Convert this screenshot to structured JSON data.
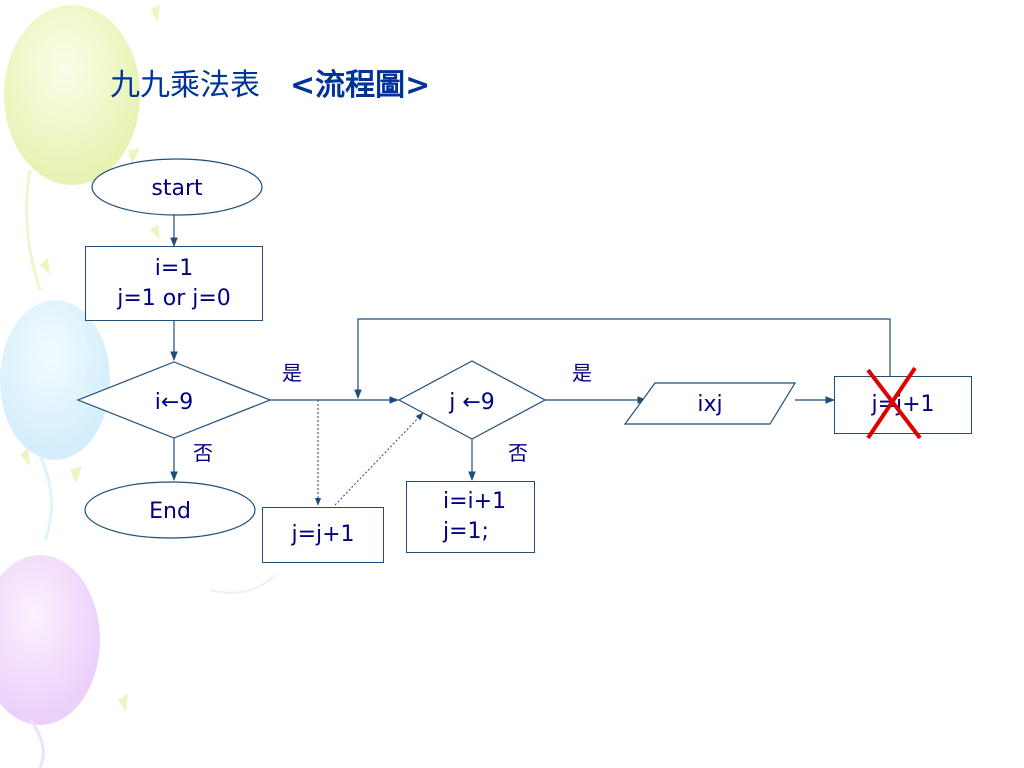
{
  "slide_title": {
    "main": "九九乘法表　",
    "suffix": "<流程圖>"
  },
  "flowchart": {
    "start": "start",
    "init": {
      "line1": "i=1",
      "line2": "j=1 or j=0"
    },
    "cond_i": "i←9",
    "end": "End",
    "cond_j": "j ←9",
    "yes_label_1": "是",
    "yes_label_2": "是",
    "no_label_1": "否",
    "no_label_2": "否",
    "output": "ixj",
    "incr_j_right": "j=j+1",
    "incr_j_bottom": "j=j+1",
    "next_row": {
      "line1": "i=i+1",
      "line2": "j=1;"
    }
  },
  "colors": {
    "title": "#003399",
    "text": "#000080",
    "line": "#1f4e79",
    "cross": "#e00000"
  }
}
